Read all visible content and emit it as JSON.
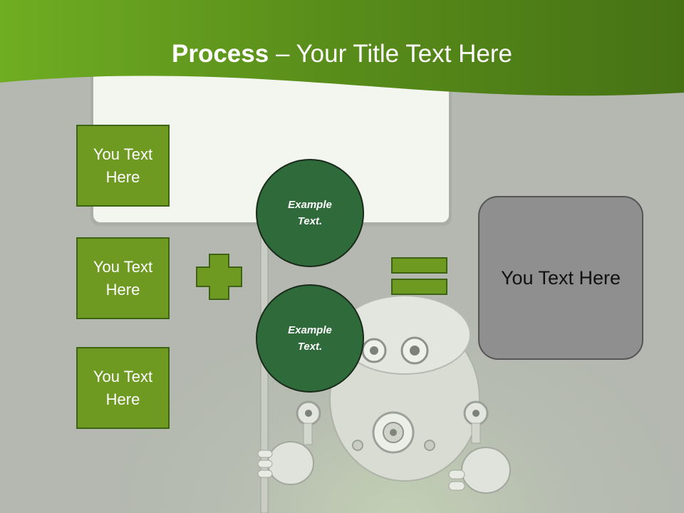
{
  "header": {
    "title_bold": "Process",
    "title_rest": " – Your Title Text Here"
  },
  "left_boxes": [
    {
      "text": "You Text Here"
    },
    {
      "text": "You Text Here"
    },
    {
      "text": "You Text Here"
    }
  ],
  "circles": [
    {
      "text": "Example Text."
    },
    {
      "text": "Example Text."
    }
  ],
  "result": {
    "text": "You Text Here"
  },
  "colors": {
    "header_green": "#4a7a12",
    "box_green": "#6e9a22",
    "circle_green": "#2f6b3a",
    "result_gray": "#8f8f8f"
  }
}
